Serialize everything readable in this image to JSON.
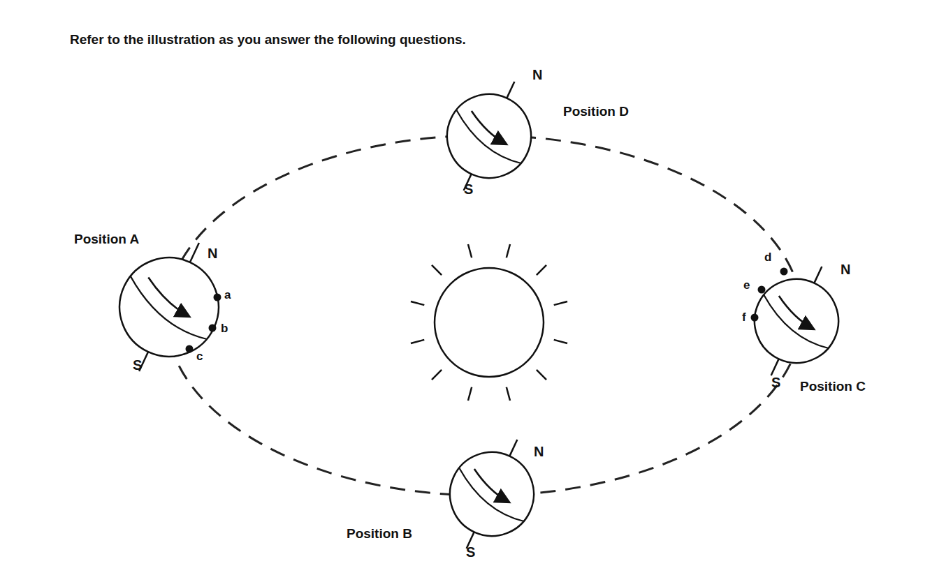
{
  "diagram": {
    "title": "Refer to the illustration as you answer the following questions.",
    "labels": [
      "Position D",
      "N",
      "S",
      "Position A",
      "N",
      "S",
      "a",
      "b",
      "c",
      "d",
      "e",
      "f",
      "N",
      "S",
      "Position C",
      "N",
      "S",
      "Position B"
    ]
  }
}
